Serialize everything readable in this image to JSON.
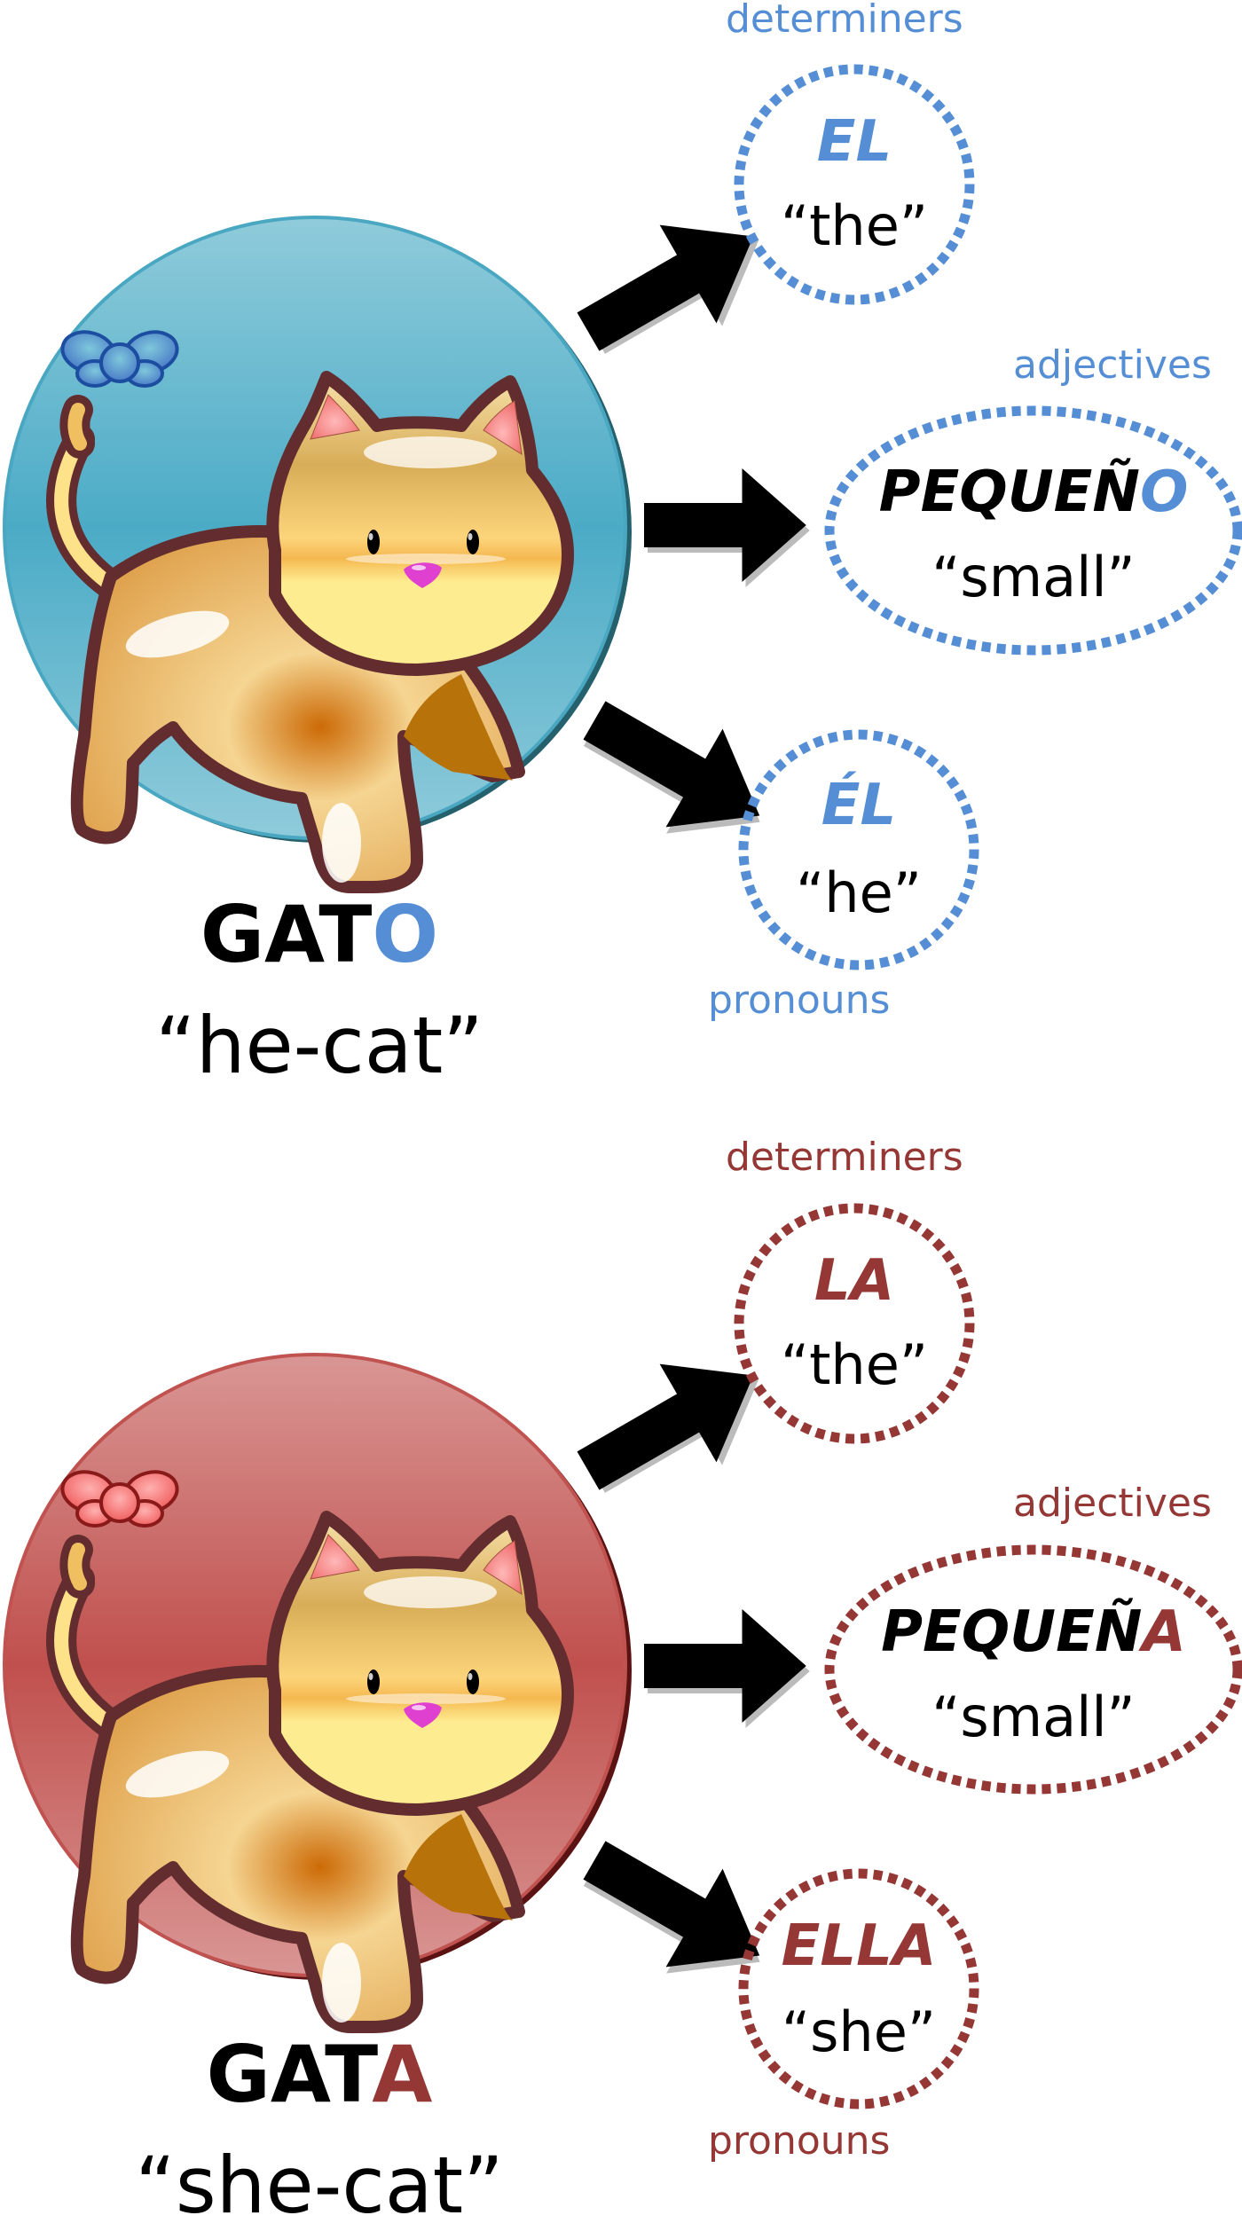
{
  "colors": {
    "masculine": "#558ed5",
    "feminine": "#953735",
    "text": "#000000",
    "blue_disc_top": "#8fcbdb",
    "blue_disc_mid": "#4babc6",
    "red_disc_top": "#d99694",
    "red_disc_mid": "#c0504d",
    "cat_outline": "#632c2e",
    "cat_body": "#f5d592"
  },
  "sections": [
    {
      "id": "masculine",
      "noun": {
        "stem": "GAT",
        "ending": "O",
        "gloss": "“he-cat”"
      },
      "disc_icon": "cat-with-blue-bow",
      "targets": [
        {
          "category": "determiners",
          "word_stem": "",
          "word_ending": "EL",
          "gloss": "“the”"
        },
        {
          "category": "adjectives",
          "word_stem": "PEQUEÑ",
          "word_ending": "O",
          "gloss": "“small”"
        },
        {
          "category": "pronouns",
          "word_stem": "",
          "word_ending": "ÉL",
          "gloss": "“he”"
        }
      ]
    },
    {
      "id": "feminine",
      "noun": {
        "stem": "GAT",
        "ending": "A",
        "gloss": "“she-cat”"
      },
      "disc_icon": "cat-with-red-bow",
      "targets": [
        {
          "category": "determiners",
          "word_stem": "",
          "word_ending": "LA",
          "gloss": "“the”"
        },
        {
          "category": "adjectives",
          "word_stem": "PEQUEÑ",
          "word_ending": "A",
          "gloss": "“small”"
        },
        {
          "category": "pronouns",
          "word_stem": "",
          "word_ending": "ELLA",
          "gloss": "“she”"
        }
      ]
    }
  ]
}
